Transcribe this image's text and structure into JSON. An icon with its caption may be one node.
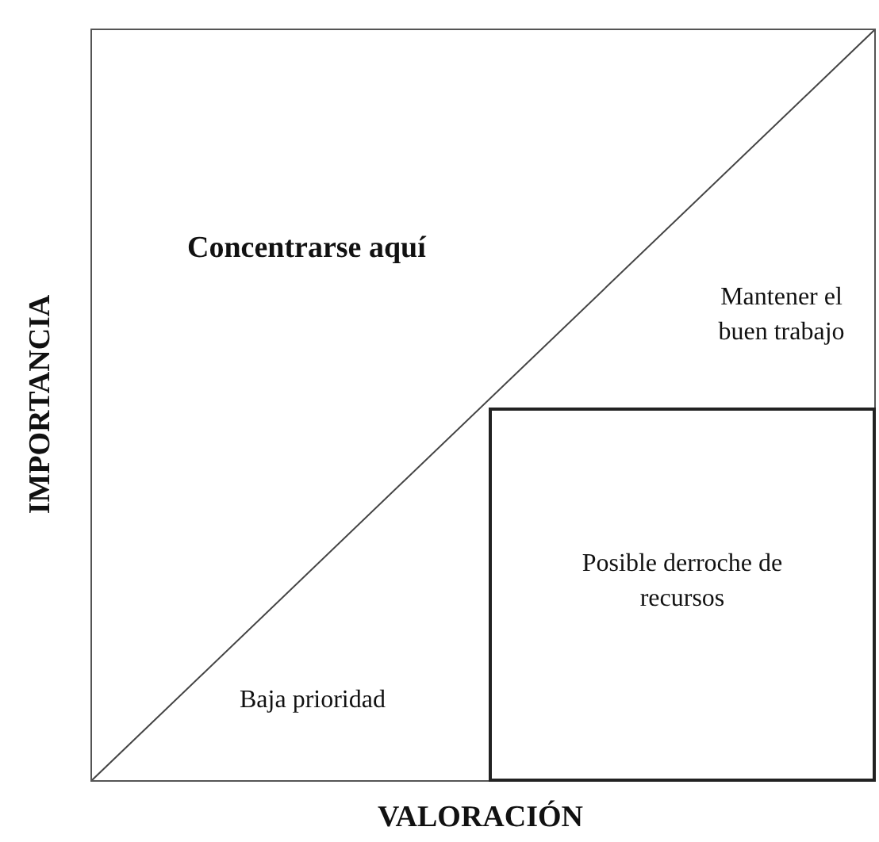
{
  "diagram": {
    "nodes": [
      {
        "text": [],
        "shape": "box"
      },
      {
        "text": [
          "Posible derroche de recursos"
        ],
        "in": 0
      }
    ],
    "edges": [],
    "labels": [
      "Concentrarse aquí",
      "Mantener el buen trabajo",
      "Baja prioridad",
      "IMPORTANCIA",
      "VALORACIÓN"
    ]
  }
}
